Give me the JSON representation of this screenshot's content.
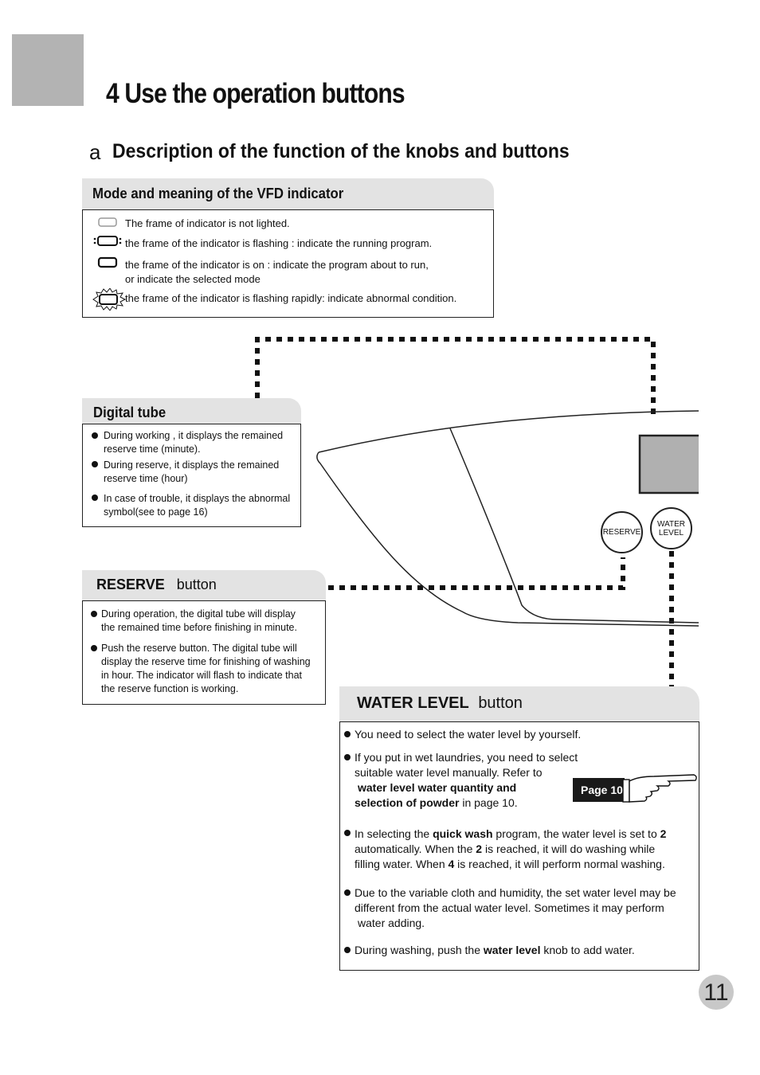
{
  "header": {
    "title": "4 Use the operation  buttons",
    "sub_letter": "a",
    "subtitle": "Description of the function of the knobs and buttons"
  },
  "vfd": {
    "heading": "Mode and meaning of the VFD indicator",
    "rows": [
      "The frame of indicator is not lighted.",
      "the frame of the indicator is flashing : indicate the running program.",
      "the frame of the indicator is on : indicate the program about to run,",
      "or indicate the selected mode",
      "the frame of the indicator is flashing rapidly: indicate abnormal condition."
    ]
  },
  "digital_tube": {
    "heading": "Digital tube",
    "lines": [
      "During working , it displays the remained",
      "reserve time (minute).",
      "During reserve, it displays the remained",
      "reserve time (hour)",
      "In case of trouble, it displays the abnormal",
      "symbol(see to page 16)"
    ]
  },
  "reserve": {
    "heading_bold": "RESERVE",
    "heading_rest": "button",
    "lines": [
      "During operation, the digital tube will display",
      "the remained time before finishing in minute.",
      "Push the  reserve  button. The digital tube will",
      "display the reserve time for finishing of washing",
      "in hour. The indicator will flash to indicate that",
      "the reserve function is working."
    ]
  },
  "panel": {
    "reserve_knob": "RESERVE",
    "water_knob_1": "WATER",
    "water_knob_2": "LEVEL"
  },
  "water_level": {
    "heading_bold": "WATER LEVEL",
    "heading_rest": "button",
    "p1": "You need to select the water level by yourself.",
    "p2_l1": "If you put in wet laundries, you need to select",
    "p2_l2": "suitable water level manually. Refer to",
    "p2_l3_bold": "water level water  quantity and",
    "p2_l4_bold": "selection of powder",
    "p2_l4_rest": " in page 10.",
    "page_ref": "Page 10",
    "p3_a": "In selecting the ",
    "p3_b": "quick wash",
    "p3_c": " program, the water level is set to ",
    "p3_d": "2",
    "p3_l2_a": "automatically. When the ",
    "p3_l2_b": "2",
    "p3_l2_c": " is reached, it will do washing while",
    "p3_l3_a": "filling water. When ",
    "p3_l3_b": "4",
    "p3_l3_c": " is reached, it will perform normal washing.",
    "p4_l1": "Due to the variable cloth and humidity, the set water level may be",
    "p4_l2": "different from the actual water level. Sometimes it may perform",
    "p4_l3": "water adding.",
    "p5_a": "During washing, push the ",
    "p5_b": "water level",
    "p5_c": " knob to add water."
  },
  "page_number": "11"
}
